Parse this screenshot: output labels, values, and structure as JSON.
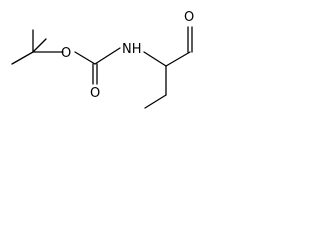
{
  "atoms": {
    "ester_oxygen": "O",
    "carbonyl_oxygen": "O",
    "amine": "NH",
    "aldehyde_oxygen": "O"
  }
}
